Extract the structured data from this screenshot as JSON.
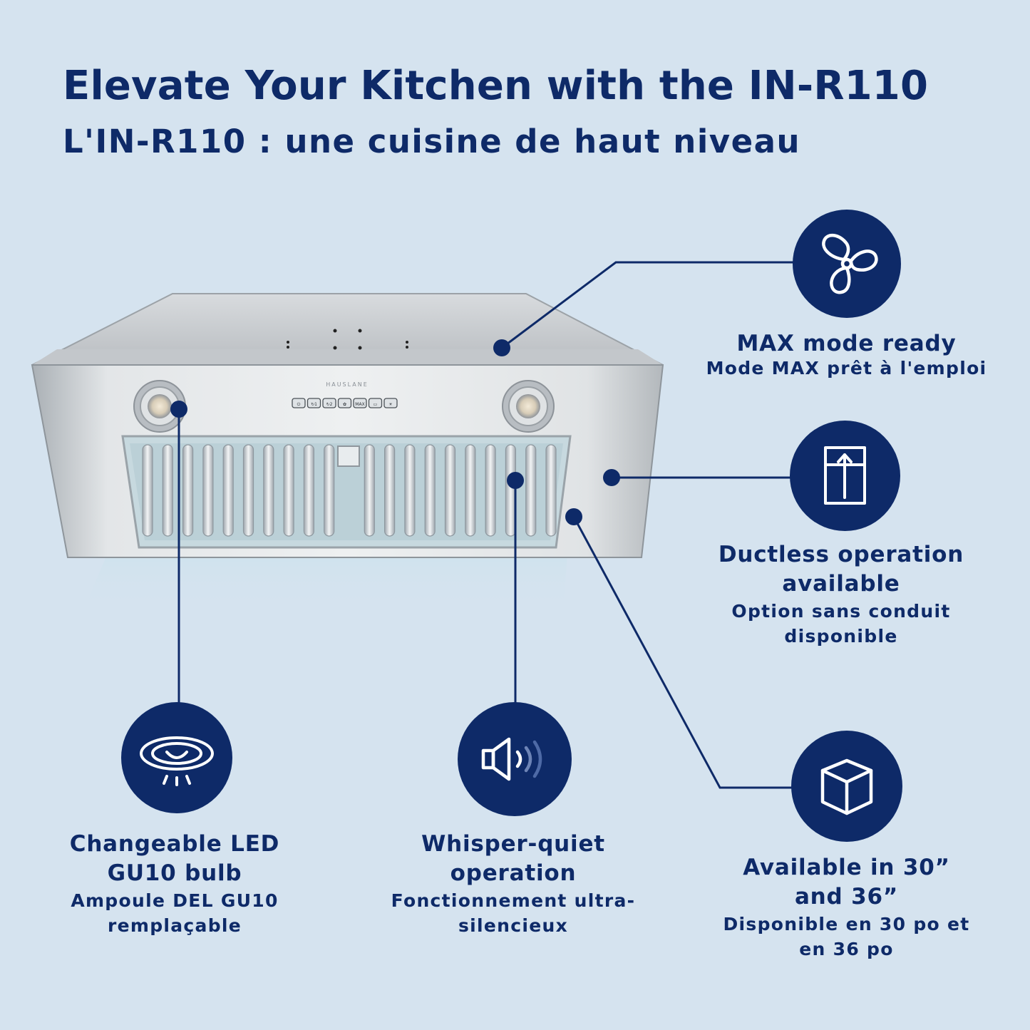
{
  "header": {
    "title": "Elevate Your Kitchen with the IN-R110",
    "subtitle": "L'IN-R110 : une cuisine de haut niveau"
  },
  "product": {
    "brand": "HAUSLANE",
    "panel_button_labels": [
      "⏻",
      "↻1",
      "↻2",
      "✿",
      "MAX",
      "▭",
      "☀"
    ]
  },
  "features": [
    {
      "id": "max-mode",
      "icon": "fan-icon",
      "title": "MAX mode ready",
      "title_fr": "Mode MAX prêt à l'emploi"
    },
    {
      "id": "ductless",
      "icon": "ductless-filter-icon",
      "title": "Ductless operation available",
      "title_fr": "Option sans conduit disponible"
    },
    {
      "id": "led-bulb",
      "icon": "led-bulb-icon",
      "title": "Changeable LED GU10 bulb",
      "title_fr": "Ampoule DEL GU10 remplaçable"
    },
    {
      "id": "quiet",
      "icon": "speaker-icon",
      "title": "Whisper-quiet operation",
      "title_fr": "Fonctionnement ultra-silencieux"
    },
    {
      "id": "sizes",
      "icon": "box-icon",
      "title": "Available in 30” and 36”",
      "title_fr": "Disponible en 30 po et en 36 po"
    }
  ],
  "colors": {
    "background": "#d5e3ef",
    "accent": "#0e2a68",
    "steel": "#c9cdd1"
  }
}
